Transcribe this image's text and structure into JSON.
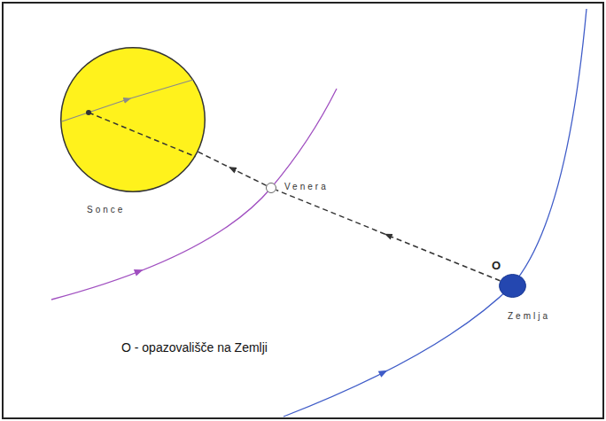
{
  "diagram": {
    "nodes": [
      {
        "text": [
          "Sonce"
        ]
      },
      {
        "text": [
          "Venera"
        ]
      },
      {
        "text": [
          "O",
          "Zemlja"
        ]
      }
    ],
    "edges": [
      {
        "from": 2,
        "to": 1,
        "arrow": "to"
      },
      {
        "from": 1,
        "to": 0,
        "arrow": "to"
      }
    ],
    "labels": [
      "O - opazovališče na Zemlji"
    ]
  }
}
